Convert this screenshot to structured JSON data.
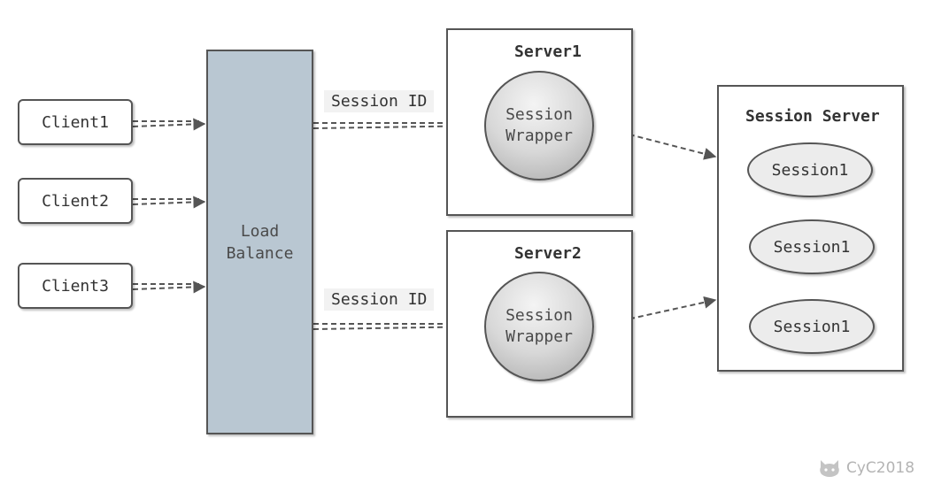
{
  "clients": [
    {
      "label": "Client1"
    },
    {
      "label": "Client2"
    },
    {
      "label": "Client3"
    }
  ],
  "load_balance": {
    "label": "Load\nBalance"
  },
  "servers": [
    {
      "title": "Server1",
      "wrapper_label": "Session\nWrapper",
      "session_id_label": "Session ID"
    },
    {
      "title": "Server2",
      "wrapper_label": "Session\nWrapper",
      "session_id_label": "Session ID"
    }
  ],
  "session_server": {
    "title": "Session Server",
    "sessions": [
      {
        "label": "Session1"
      },
      {
        "label": "Session1"
      },
      {
        "label": "Session1"
      }
    ]
  },
  "watermark": {
    "text": "CyC2018",
    "icon": "github-cat-icon"
  },
  "colors": {
    "load_balance_fill": "#b9c7d2",
    "border": "#555555",
    "arrow": "#555555",
    "label_bg": "#f2f2f2"
  }
}
